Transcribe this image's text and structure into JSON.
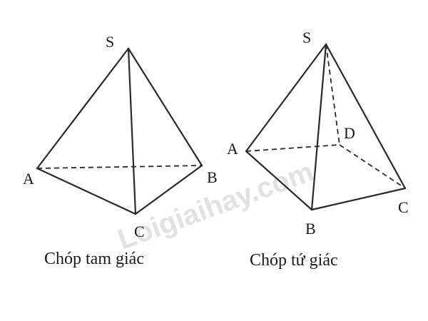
{
  "watermark": "Loigiaihay.com",
  "figures": {
    "triangular_pyramid": {
      "caption": "Chóp tam giác",
      "vertices": {
        "S": "S",
        "A": "A",
        "B": "B",
        "C": "C"
      }
    },
    "square_pyramid": {
      "caption": "Chóp tứ giác",
      "vertices": {
        "S": "S",
        "A": "A",
        "B": "B",
        "C": "C",
        "D": "D"
      }
    }
  }
}
